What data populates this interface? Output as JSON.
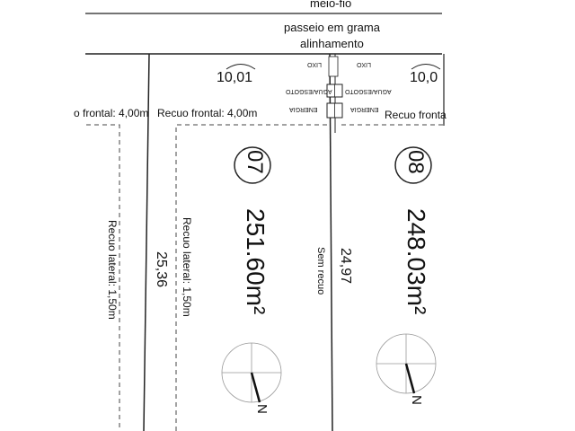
{
  "street": {
    "curb_label": "meio-fio",
    "sidewalk_label": "passeio em grama",
    "alignment_label": "alinhamento"
  },
  "utilities": {
    "trash_left": "LIXO",
    "trash_right": "LIXO",
    "water_left": "AGUA/ESGOTO",
    "water_right": "AGUA/ESGOTO",
    "energy_left": "ENERGIA",
    "energy_right": "ENERGIA"
  },
  "lot_left_partial": {
    "front_setback_label": "o frontal: 4,00m",
    "side_setback_label": "Recuo lateral: 1,50m"
  },
  "lot_07": {
    "number": "07",
    "area": "251.60m²",
    "frontage": "10,01",
    "front_setback_label": "Recuo frontal: 4,00m",
    "side_setback_label": "Recuo lateral: 1,50m",
    "depth_left": "25,36",
    "depth_right": "24,97",
    "no_setback_label": "Sem recuo"
  },
  "lot_08": {
    "number": "08",
    "area": "248.03m²",
    "frontage": "10,0",
    "front_setback_label": "Recuo fronta"
  },
  "north_arrow": {
    "letter": "N"
  }
}
